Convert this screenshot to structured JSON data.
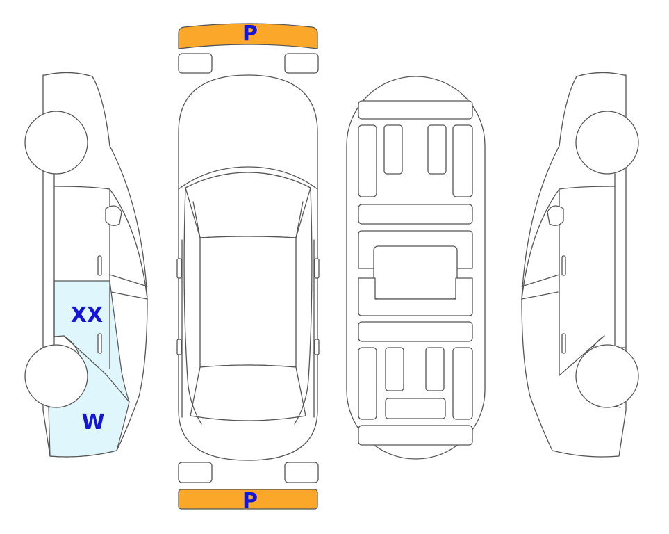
{
  "colors": {
    "bumper_fill": "#fba72a",
    "highlight_fill": "#e0f6fd",
    "label_text": "#1515d6",
    "outline": "#555555"
  },
  "bumpers": {
    "front": {
      "label": "P",
      "color": "#fba72a"
    },
    "rear": {
      "label": "P",
      "color": "#fba72a"
    }
  },
  "left_side": {
    "front_door_label": "XX",
    "front_fender_label": "W",
    "highlight_color": "#e0f6fd"
  }
}
